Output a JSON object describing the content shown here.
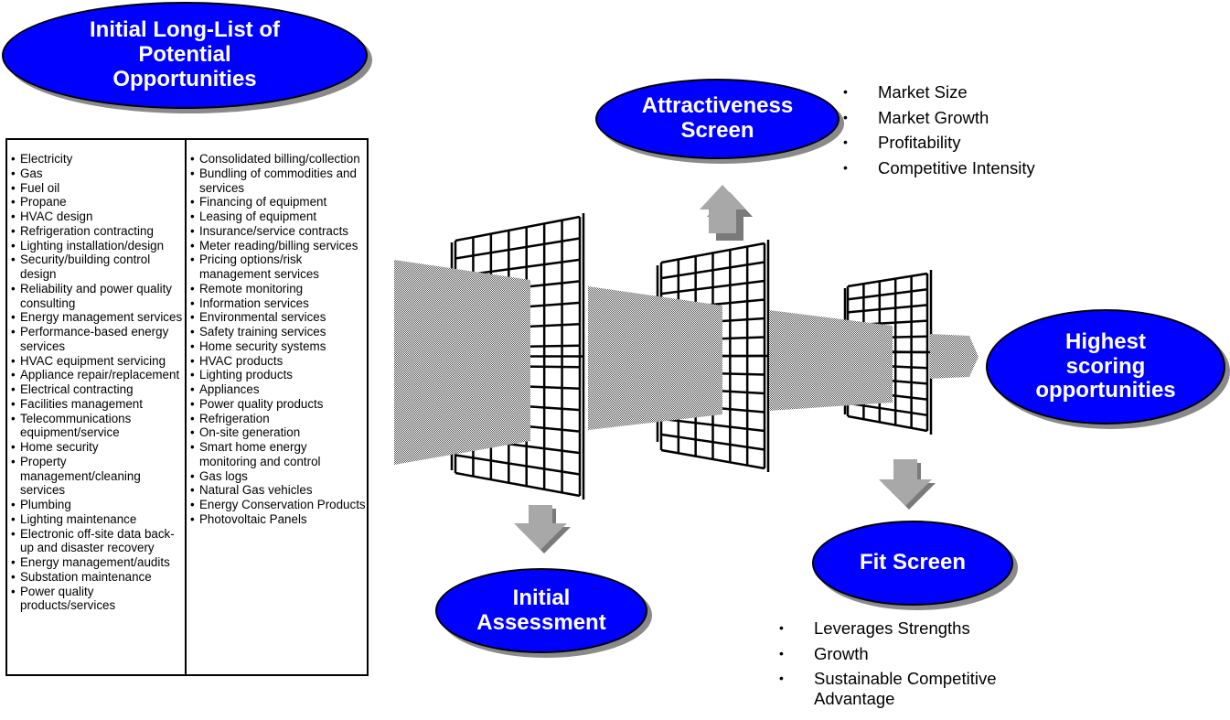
{
  "title_oval": {
    "label": "Initial Long-List of\nPotential\nOpportunities"
  },
  "opportunities": {
    "column1": [
      "Electricity",
      "Gas",
      "Fuel oil",
      "Propane",
      "HVAC design",
      "Refrigeration contracting",
      "Lighting installation/design",
      "Security/building control design",
      "Reliability and power quality consulting",
      "Energy management services",
      "Performance-based energy services",
      "HVAC equipment servicing",
      "Appliance repair/replacement",
      "Electrical  contracting",
      "Facilities management",
      "Telecommunications equipment/service",
      "Home security",
      "Property management/cleaning services",
      "Plumbing",
      "Lighting maintenance",
      "Electronic off-site data back-up and disaster recovery",
      "Energy management/audits",
      "Substation maintenance",
      "Power quality products/services"
    ],
    "column2": [
      "Consolidated billing/collection",
      "Bundling of commodities and services",
      "Financing of equipment",
      "Leasing of equipment",
      "Insurance/service contracts",
      "Meter reading/billing services",
      "Pricing options/risk management services",
      "Remote monitoring",
      "Information services",
      "Environmental services",
      "Safety training services",
      "Home security systems",
      "HVAC products",
      "Lighting products",
      "Appliances",
      "Power quality products",
      "Refrigeration",
      "On-site generation",
      "Smart home energy monitoring and control",
      "Gas logs",
      "Natural Gas vehicles",
      "Energy Conservation Products",
      "Photovoltaic Panels"
    ],
    "bullet": "•"
  },
  "stages": {
    "initial_assessment": {
      "label": "Initial\nAssessment"
    },
    "attractiveness_screen": {
      "label": "Attractiveness\nScreen",
      "criteria": [
        "Market Size",
        "Market  Growth",
        "Profitability",
        "Competitive Intensity"
      ]
    },
    "fit_screen": {
      "label": "Fit Screen",
      "criteria": [
        "Leverages Strengths",
        "Growth",
        "Sustainable Competitive\nAdvantage"
      ]
    },
    "result": {
      "label": "Highest\nscoring\nopportunities"
    }
  },
  "icons": {
    "screen_filter": "grid-screen-icon",
    "arrow_up": "arrow-up-icon",
    "arrow_down": "arrow-down-icon",
    "funnel_arrow": "funnel-arrow-icon"
  },
  "colors": {
    "oval_fill": "#0000ff",
    "oval_text": "#ffffff",
    "arrow_fill": "#a8a8a8",
    "arrow_shadow": "#7a7a7a",
    "funnel_fill": "#a0a0a0"
  }
}
